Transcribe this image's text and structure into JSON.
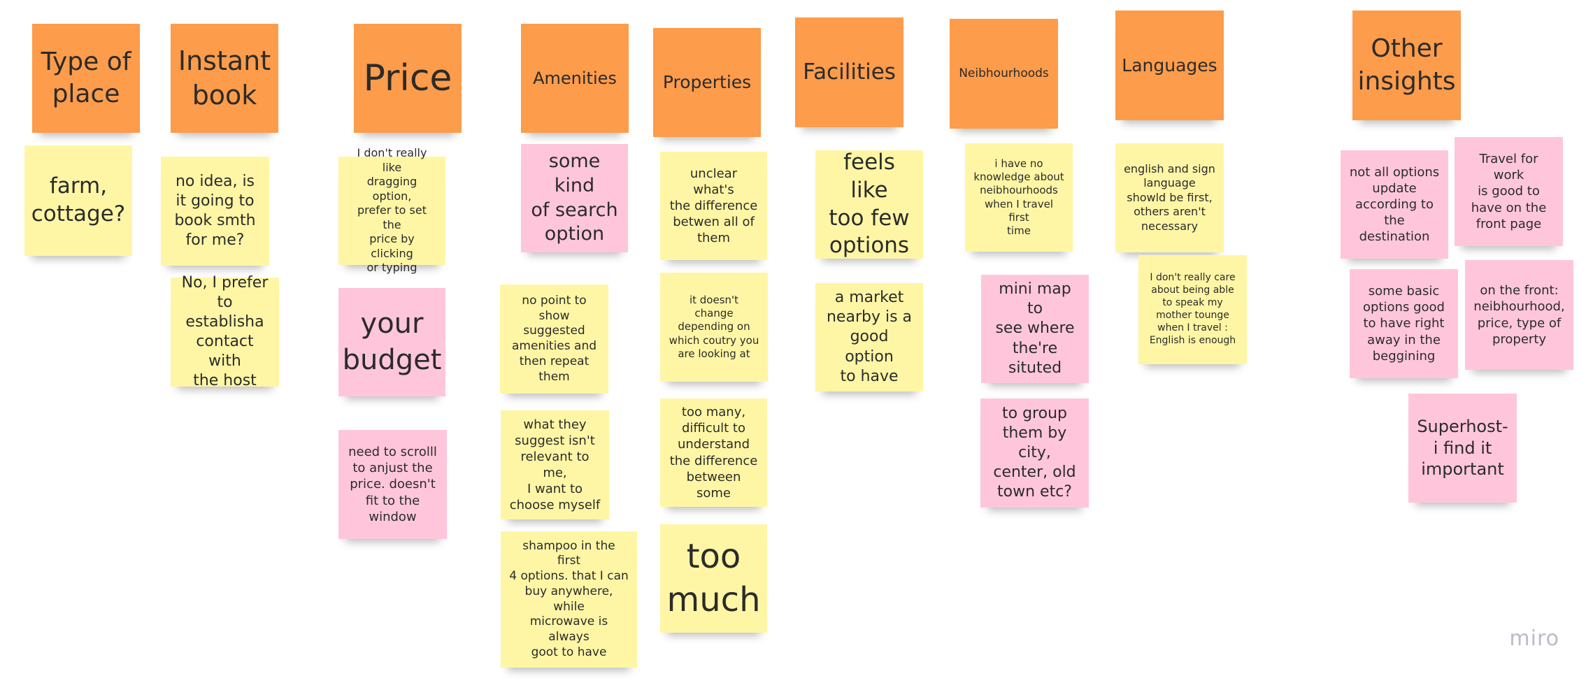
{
  "headers": {
    "type_of_place": "Type of\nplace",
    "instant_book": "Instant\nbook",
    "price": "Price",
    "amenities": "Amenities",
    "properties": "Properties",
    "facilities": "Facilities",
    "neighbourhoods": "Neibhourhoods",
    "languages": "Languages",
    "other_insights": "Other\ninsights"
  },
  "notes": {
    "type_of_place": [
      "farm,\ncottage?"
    ],
    "instant_book": [
      "no idea, is\nit going to\nbook smth\nfor me?",
      "No, I prefer\nto establisha\ncontact with\nthe host"
    ],
    "price": [
      "I don't really like\ndragging option,\nprefer to set the\nprice by clicking\nor typing",
      "your\nbudget",
      "need to scrolll\nto anjust the\nprice. doesn't\nfit to the\nwindow"
    ],
    "amenities": [
      "some kind\nof search\noption",
      "no point to\nshow suggested\namenities and\nthen repeat\nthem",
      "what they\nsuggest isn't\nrelevant to me,\nI want to\nchoose myself",
      "shampoo in the first\n4 options. that I can\nbuy anywhere, while\nmicrowave is always\ngoot to have"
    ],
    "properties": [
      "unclear what's\nthe difference\nbetwen all of\nthem",
      "it doesn't change\ndepending on\nwhich coutry you\nare looking at",
      "too many,\ndifficult to\nunderstand\nthe difference\nbetween some",
      "too\nmuch"
    ],
    "facilities": [
      "feels like\ntoo few\noptions",
      "a market\nnearby is a\ngood option\nto have"
    ],
    "neighbourhoods": [
      "i have no\nknowledge about\nneibhourhoods\nwhen I travel first\ntime",
      "mini map to\nsee where\nthe're\nsituted",
      "to group\nthem by city,\ncenter, old\ntown etc?"
    ],
    "languages": [
      "english and sign\nlanguage\nshowld be first,\nothers aren't\nnecessary",
      "I don't really care\nabout being able\nto speak my\nmother tounge\nwhen I travel :\nEnglish is enough"
    ],
    "other_insights": [
      "not all options\nupdate\naccording to\nthe destination",
      "Travel for work\nis good to\nhave on the\nfront page",
      "some basic\noptions good\nto have right\naway in the\nbeggining",
      "on the front:\nneibhourhood,\nprice, type of\nproperty",
      "Superhost-\ni find it\nimportant"
    ]
  },
  "brand": {
    "logo_text": "miro"
  },
  "colors": {
    "header": "#fd9c4a",
    "yellow_note": "#fff6a5",
    "pink_note": "#ffc6db",
    "background": "#ffffff"
  }
}
